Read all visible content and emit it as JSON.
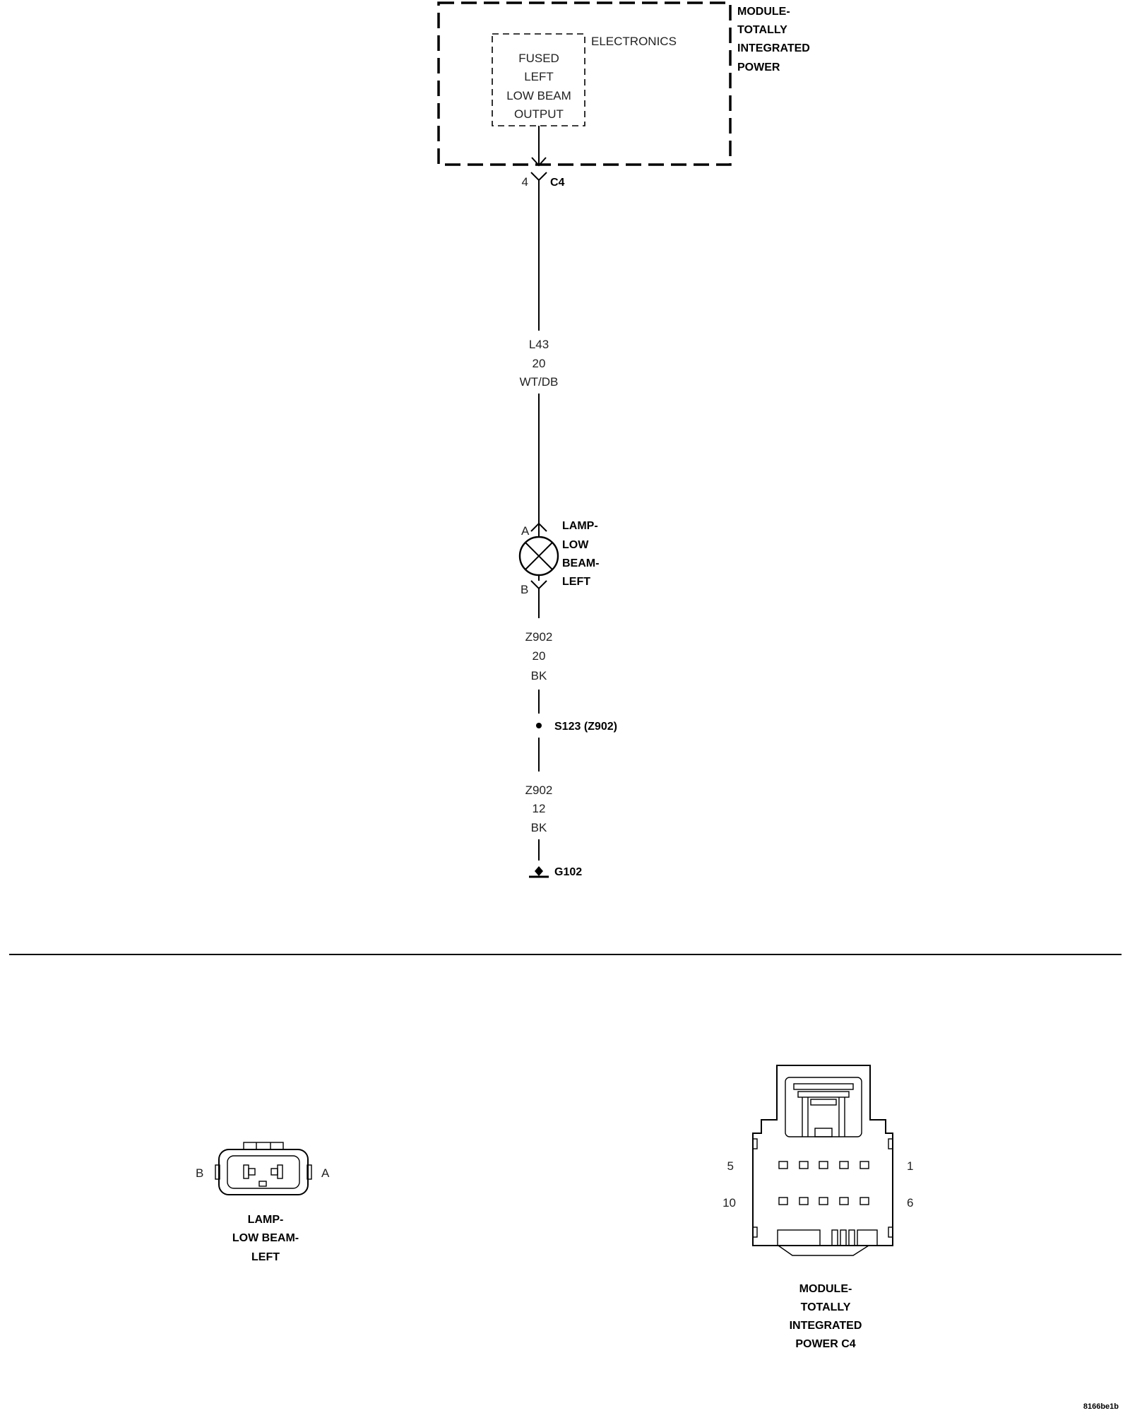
{
  "module": {
    "name_lines": [
      "MODULE-",
      "TOTALLY",
      "INTEGRATED",
      "POWER"
    ],
    "internal_label": "ELECTRONICS",
    "output_lines": [
      "FUSED",
      "LEFT",
      "LOW BEAM",
      "OUTPUT"
    ],
    "connector": "C4",
    "pin": "4"
  },
  "wire1": {
    "circuit": "L43",
    "gauge": "20",
    "color": "WT/DB"
  },
  "lamp": {
    "name_lines": [
      "LAMP-",
      "LOW",
      "BEAM-",
      "LEFT"
    ],
    "pin_top": "A",
    "pin_bottom": "B"
  },
  "wire2": {
    "circuit": "Z902",
    "gauge": "20",
    "color": "BK"
  },
  "splice": {
    "label": "S123 (Z902)"
  },
  "wire3": {
    "circuit": "Z902",
    "gauge": "12",
    "color": "BK"
  },
  "ground": {
    "label": "G102"
  },
  "lamp_connector": {
    "pin_left": "B",
    "pin_right": "A",
    "name_lines": [
      "LAMP-",
      "LOW BEAM-",
      "LEFT"
    ]
  },
  "module_connector": {
    "pin_top_left": "5",
    "pin_top_right": "1",
    "pin_bottom_left": "10",
    "pin_bottom_right": "6",
    "name_lines": [
      "MODULE-",
      "TOTALLY",
      "INTEGRATED",
      "POWER C4"
    ]
  },
  "figure_id": "8166be1b"
}
